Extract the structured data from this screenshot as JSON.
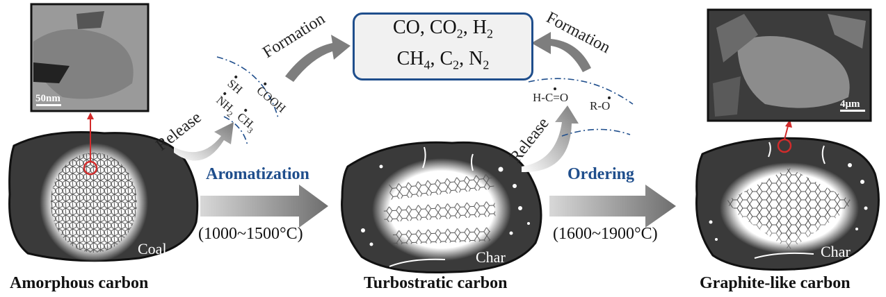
{
  "gases": {
    "line1": {
      "a": "CO, CO",
      "s1": "2",
      "b": ", H",
      "s2": "2"
    },
    "line2": {
      "a": "CH",
      "s1": "4",
      "b": ", C",
      "s2": "2",
      "c": ", N",
      "s3": "2"
    }
  },
  "left_release": {
    "release": "Release",
    "formation": "Formation",
    "sh": "SH",
    "nh": "NH",
    "nh_sub": "2",
    "cooh": "COOH",
    "ch": "CH",
    "ch_sub": "3"
  },
  "right_release": {
    "release": "Release",
    "formation": "Formation",
    "hco": "H-C=O",
    "ro": "R-O"
  },
  "steps": {
    "step1": {
      "name": "Aromatization",
      "temp": "(1000~1500°C)"
    },
    "step2": {
      "name": "Ordering",
      "temp": "(1600~1900°C)"
    }
  },
  "samples": {
    "coal": {
      "inner": "Coal",
      "caption": "Amorphous carbon"
    },
    "char1": {
      "inner": "Char",
      "caption": "Turbostratic carbon"
    },
    "char2": {
      "inner": "Char",
      "caption": "Graphite-like carbon"
    }
  },
  "micrographs": {
    "tem": {
      "scale": "50nm"
    },
    "sem": {
      "scale": "4μm"
    }
  },
  "colors": {
    "accent_blue": "#1f4e8c",
    "particle": "#3a3a3a",
    "pointer_red": "#d12b2b",
    "arrow_gray": "#8a8a8a"
  }
}
